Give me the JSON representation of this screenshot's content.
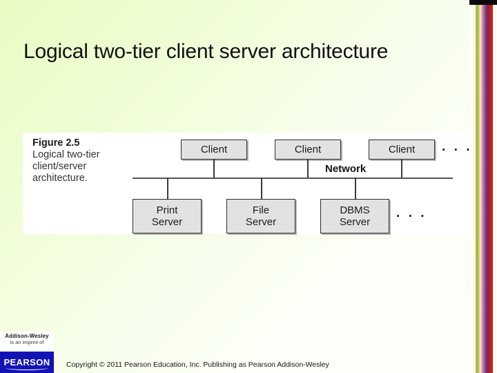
{
  "slide": {
    "title": "Logical two-tier client server architecture",
    "background_start": "#e9fcc3",
    "background_end": "#fdfffb"
  },
  "figure": {
    "caption_number": "Figure 2.5",
    "caption_text": "Logical two-tier client/server architecture.",
    "network_label": "Network",
    "ellipsis": "· · ·",
    "clients": [
      {
        "label": "Client"
      },
      {
        "label": "Client"
      },
      {
        "label": "Client"
      }
    ],
    "servers": [
      {
        "line1": "Print",
        "line2": "Server"
      },
      {
        "line1": "File",
        "line2": "Server"
      },
      {
        "line1": "DBMS",
        "line2": "Server"
      }
    ],
    "box_fill": "#e2e2e2",
    "box_border": "#2b2b2b"
  },
  "footer": {
    "imprint_brand": "Addison-Wesley",
    "imprint_sub": "is an imprint of",
    "publisher": "PEARSON",
    "publisher_color": "#1313b5",
    "copyright": "Copyright © 2011 Pearson Education, Inc. Publishing as Pearson Addison-Wesley"
  }
}
